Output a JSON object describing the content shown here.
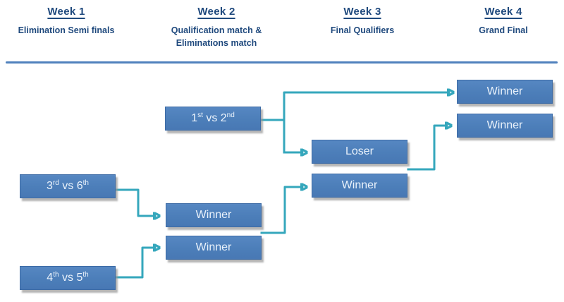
{
  "header": {
    "columns": [
      {
        "title": "Week 1",
        "subtitle_line1": "Elimination Semi finals",
        "subtitle_line2": ""
      },
      {
        "title": "Week 2",
        "subtitle_line1": "Qualification match &",
        "subtitle_line2": "Eliminations match"
      },
      {
        "title": "Week 3",
        "subtitle_line1": "Final Qualifiers",
        "subtitle_line2": ""
      },
      {
        "title": "Week 4",
        "subtitle_line1": "Grand Final",
        "subtitle_line2": ""
      }
    ]
  },
  "bracket": {
    "qualification_match": {
      "seed1": "1",
      "seed1_ordinal": "st",
      "vs": " vs ",
      "seed2": "2",
      "seed2_ordinal": "nd"
    },
    "elimination_semi_1": {
      "seed1": "3",
      "seed1_ordinal": "rd",
      "vs": " vs ",
      "seed2": "6",
      "seed2_ordinal": "th"
    },
    "elimination_semi_2": {
      "seed1": "4",
      "seed1_ordinal": "th",
      "vs": " vs ",
      "seed2": "5",
      "seed2_ordinal": "th"
    },
    "week2_winner_top_label": "Winner",
    "week2_winner_bottom_label": "Winner",
    "week3_loser_label": "Loser",
    "week3_winner_label": "Winner",
    "week4_winner_top_label": "Winner",
    "week4_winner_bottom_label": "Winner"
  },
  "colors": {
    "box_fill": "#4E81BD",
    "box_border": "#3D6BA5",
    "box_text": "#EAF2FB",
    "connector": "#35A7BC",
    "header_text": "#1F497D",
    "divider": "#4F81BD"
  }
}
